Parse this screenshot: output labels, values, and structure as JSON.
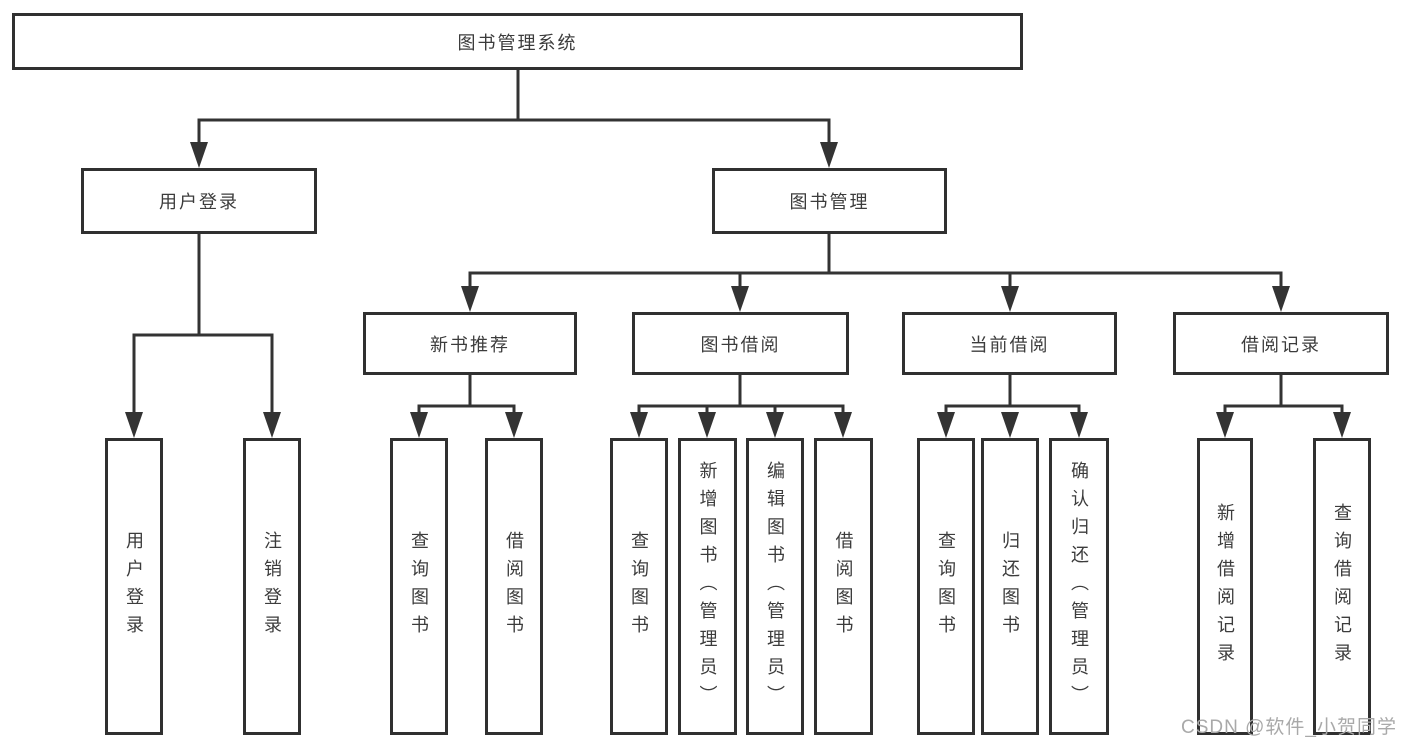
{
  "diagram": {
    "root": {
      "label": "图书管理系统"
    },
    "level1": [
      {
        "label": "用户登录"
      },
      {
        "label": "图书管理"
      }
    ],
    "level2": [
      {
        "label": "新书推荐"
      },
      {
        "label": "图书借阅"
      },
      {
        "label": "当前借阅"
      },
      {
        "label": "借阅记录"
      }
    ],
    "leaves": {
      "user_login": [
        "用户登录",
        "注销登录"
      ],
      "new_books": [
        "查询图书",
        "借阅图书"
      ],
      "book_borrow": [
        "查询图书",
        "新增图书（管理员）",
        "编辑图书（管理员）",
        "借阅图书"
      ],
      "current_borrow": [
        "查询图书",
        "归还图书",
        "确认归还（管理员）"
      ],
      "borrow_records": [
        "新增借阅记录",
        "查询借阅记录"
      ]
    }
  },
  "watermark": {
    "text": "CSDN @软件_小贺同学"
  },
  "colors": {
    "line": "#333333",
    "box_border": "#303030",
    "text": "#3c3c3c",
    "watermark": "#a9a9a9",
    "background": "#ffffff"
  }
}
